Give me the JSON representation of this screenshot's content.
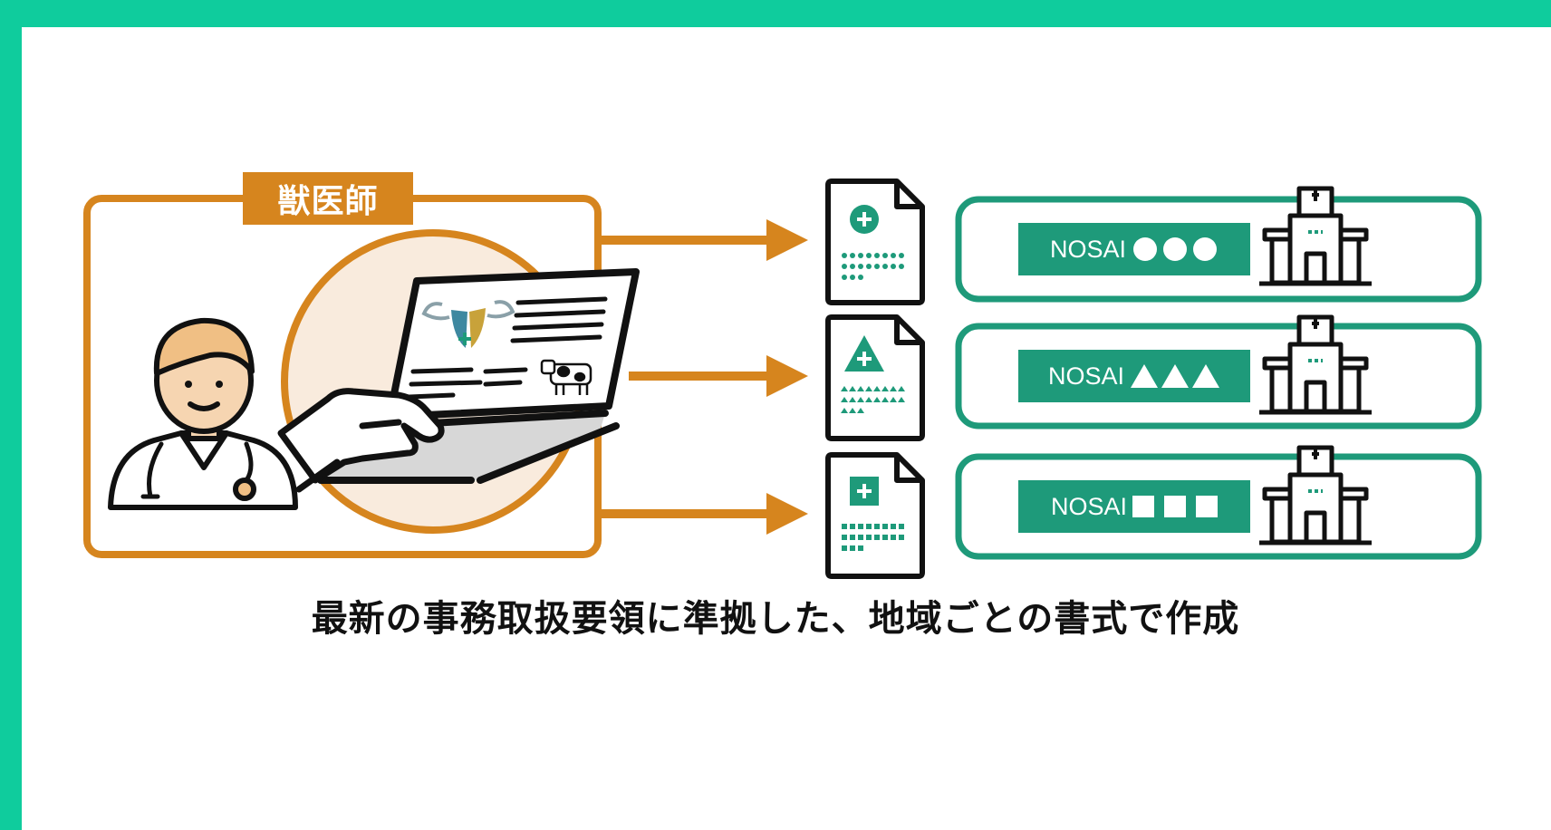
{
  "vet": {
    "label": "獣医師"
  },
  "offices": [
    {
      "name": "NOSAI",
      "mark": "circle",
      "icon_mark": "circle"
    },
    {
      "name": "NOSAI",
      "mark": "triangle",
      "icon_mark": "triangle"
    },
    {
      "name": "NOSAI",
      "mark": "square",
      "icon_mark": "square"
    }
  ],
  "caption": "最新の事務取扱要領に準拠した、地域ごとの書式で作成",
  "colors": {
    "frame": "#0fcc9d",
    "orange": "#d6851e",
    "green": "#1e9a7a",
    "peach": "#f9ebdd",
    "skin": "#f6d5b1",
    "hair": "#f0bf84"
  }
}
